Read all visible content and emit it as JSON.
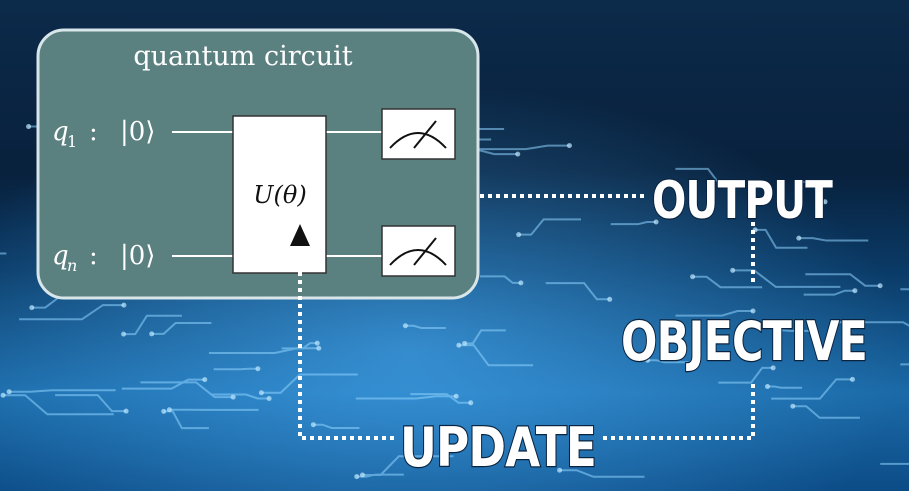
{
  "circuit": {
    "title": "quantum  circuit",
    "qubit_top": {
      "name": "q",
      "sub": "1",
      "sep": ":",
      "ket": "|0⟩"
    },
    "qubit_bottom": {
      "name": "q",
      "sub": "n",
      "sep": ":",
      "ket": "|0⟩"
    },
    "gate_label": "U(θ)"
  },
  "labels": {
    "output": "OUTPUT",
    "objective": "OBJECTIVE",
    "update": "UPDATE"
  },
  "colors": {
    "panel_fill": "#5b8080",
    "panel_border": "#d8e6ea",
    "gate_fill": "#ffffff",
    "wire": "#ffffff",
    "text": "#ffffff",
    "background": "#0a3d6e"
  }
}
